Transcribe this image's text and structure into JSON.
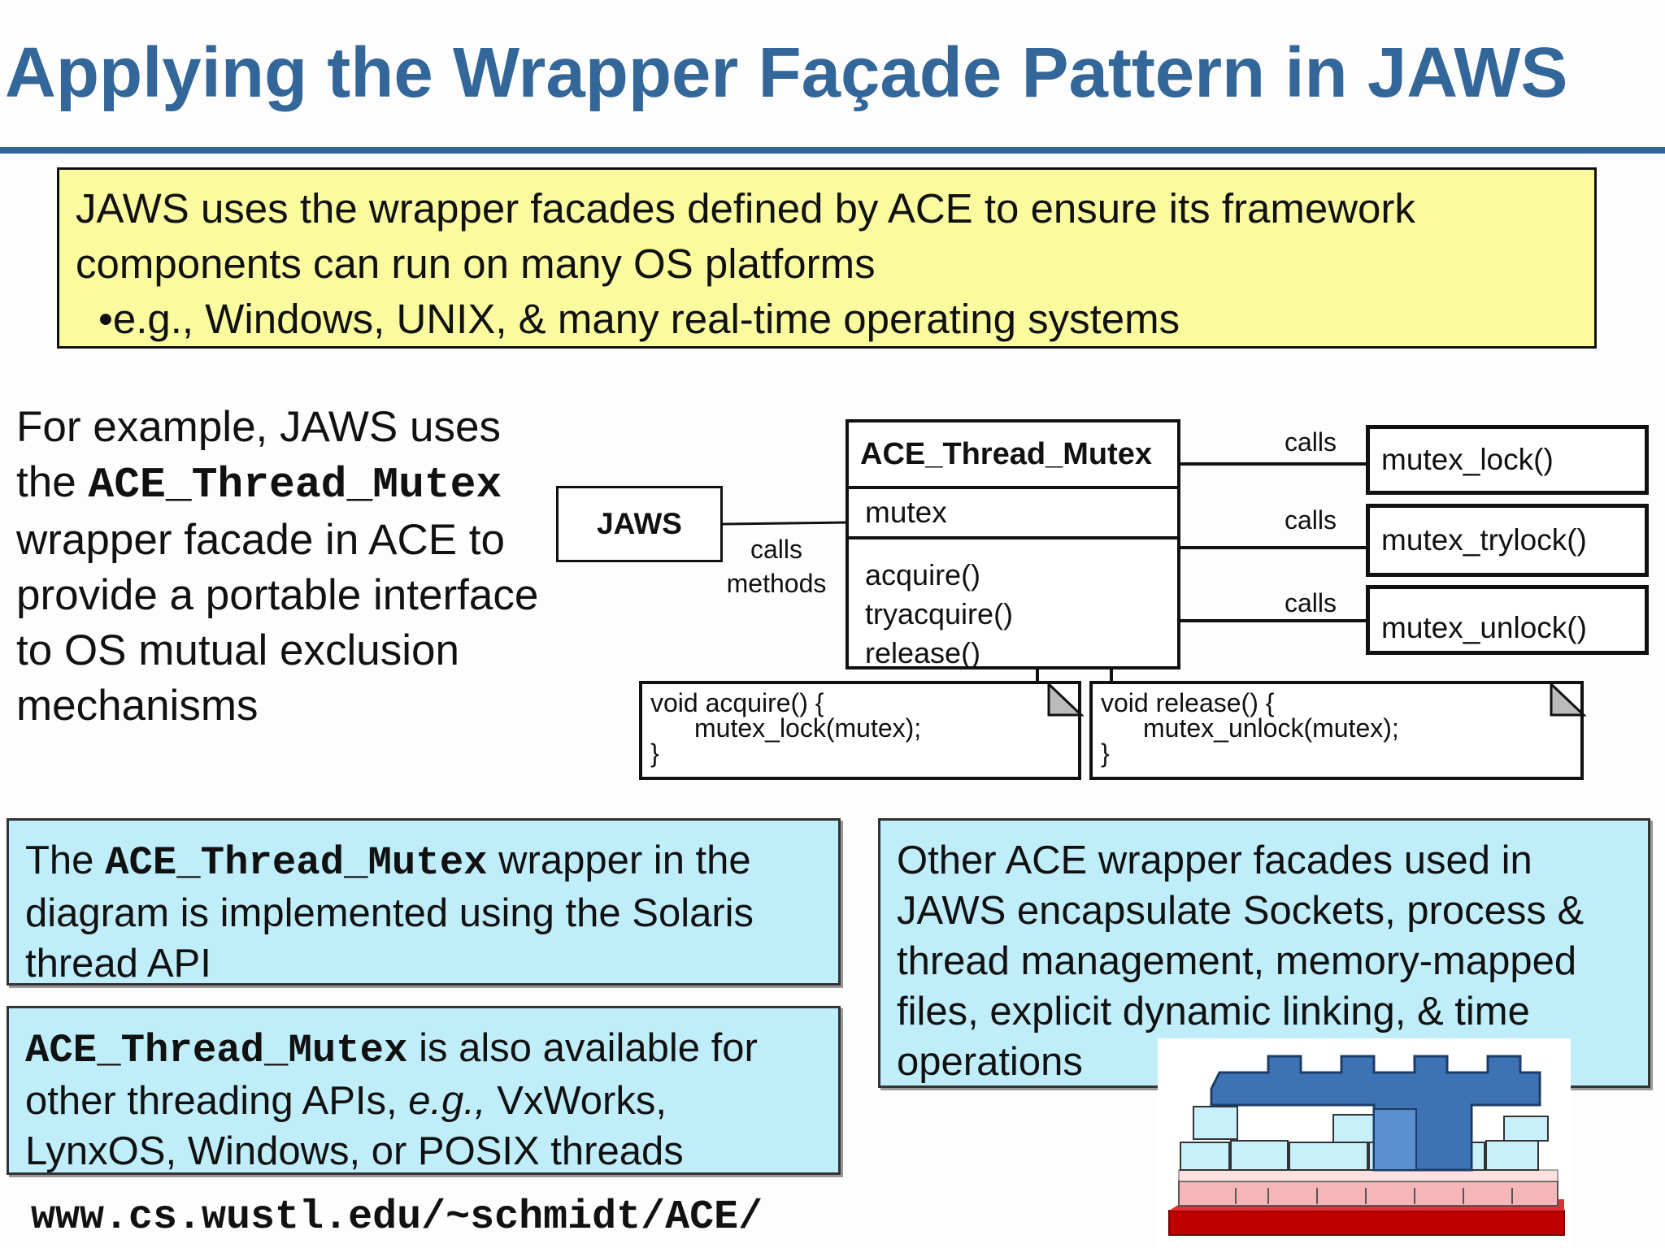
{
  "title": "Applying the Wrapper Façade Pattern in JAWS",
  "intro": {
    "line1": "JAWS uses the wrapper facades defined by ACE to ensure its framework components can run on many OS platforms",
    "bullet": "e.g., Windows, UNIX, & many real-time operating systems"
  },
  "example": {
    "part1": "For example, JAWS uses the ",
    "code": "ACE_Thread_Mutex",
    "part2": " wrapper facade in ACE to provide a portable interface to OS mutual exclusion mechanisms"
  },
  "diagram": {
    "jaws": "JAWS",
    "calls_methods": [
      "calls",
      "methods"
    ],
    "class_name": "ACE_Thread_Mutex",
    "attribute": "mutex",
    "methods": [
      "acquire()",
      "tryacquire()",
      "release()"
    ],
    "calls_label": "calls",
    "os_calls": [
      "mutex_lock()",
      "mutex_trylock()",
      "mutex_unlock()"
    ],
    "note_acquire": [
      "void acquire() {",
      "mutex_lock(mutex);",
      "}"
    ],
    "note_release": [
      "void release() {",
      "mutex_unlock(mutex);",
      "}"
    ]
  },
  "box1": {
    "pre": "The ",
    "code": "ACE_Thread_Mutex",
    "post": " wrapper in the diagram is implemented using the Solaris thread API"
  },
  "box2": {
    "code": "ACE_Thread_Mutex",
    "mid": " is also available for other threading APIs, ",
    "em": "e.g.,",
    "post": " VxWorks, LynxOS, Windows, or POSIX threads"
  },
  "box3": {
    "text": "Other ACE wrapper facades used in JAWS encapsulate Sockets, process & thread management, memory-mapped files, explicit dynamic linking, & time operations"
  },
  "url": "www.cs.wustl.edu/~schmidt/ACE/",
  "colors": {
    "title": "#336699",
    "yellow_box": "#fafa9e",
    "blue_box": "#bfeefa",
    "base_red": "#c00000",
    "pink_layer": "#f4b6b6",
    "framework_blue": "#3d73b5"
  }
}
